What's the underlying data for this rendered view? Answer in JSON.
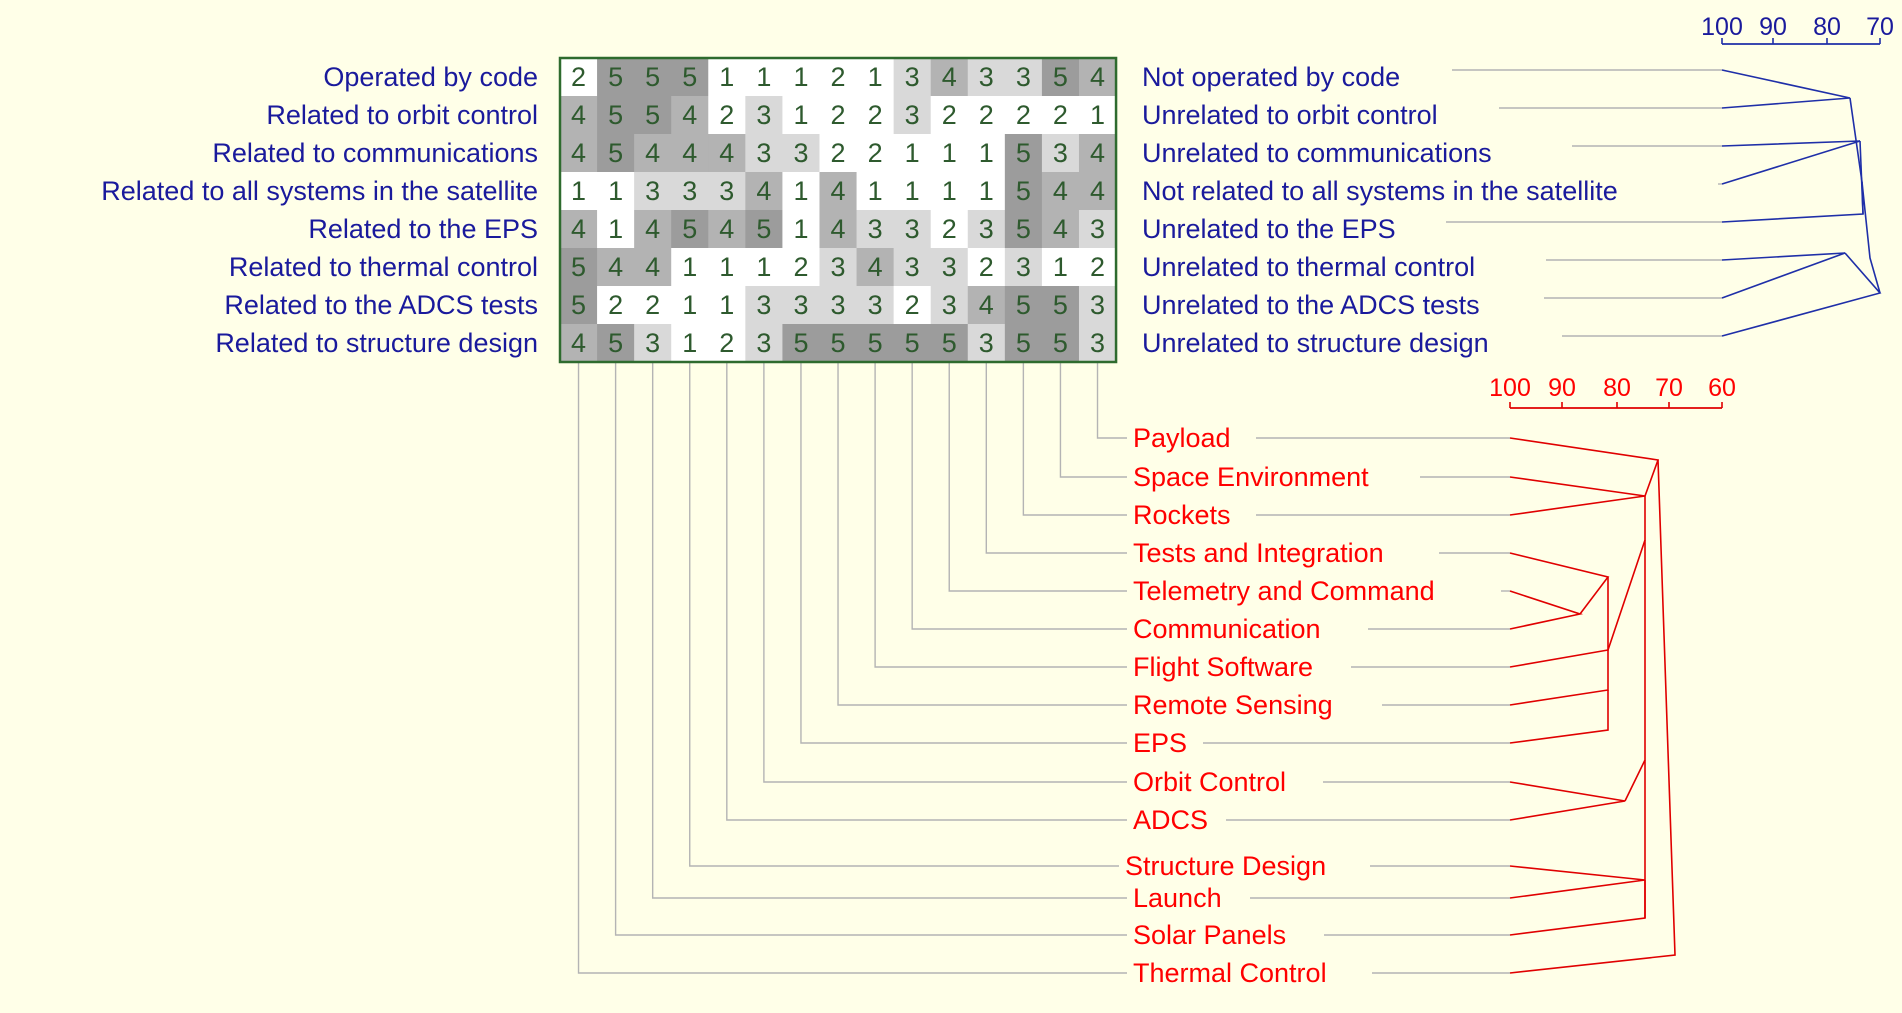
{
  "colors": {
    "background": "#ffffe8",
    "construct_text": "#1a1a9c",
    "element_text": "#ff0000",
    "construct_tree": "#1f2fa8",
    "element_tree": "#e00000",
    "leader": "#b4b4b4",
    "grid_border": "#2e6b2e",
    "cell_text": "#2e5a2e",
    "cell_shades": {
      "1": "#ffffff",
      "2": "#ffffff",
      "3": "#d9d9d9",
      "4": "#b3b3b3",
      "5": "#9c9c9c"
    }
  },
  "grid": {
    "rows": [
      [
        2,
        5,
        5,
        5,
        1,
        1,
        1,
        2,
        1,
        3,
        4,
        3,
        3,
        5,
        4
      ],
      [
        4,
        5,
        5,
        4,
        2,
        3,
        1,
        2,
        2,
        3,
        2,
        2,
        2,
        2,
        1
      ],
      [
        4,
        5,
        4,
        4,
        4,
        3,
        3,
        2,
        2,
        1,
        1,
        1,
        5,
        3,
        4
      ],
      [
        1,
        1,
        3,
        3,
        3,
        4,
        1,
        4,
        1,
        1,
        1,
        1,
        5,
        4,
        4
      ],
      [
        4,
        1,
        4,
        5,
        4,
        5,
        1,
        4,
        3,
        3,
        2,
        3,
        5,
        4,
        3
      ],
      [
        5,
        4,
        4,
        1,
        1,
        1,
        2,
        3,
        4,
        3,
        3,
        2,
        3,
        1,
        2
      ],
      [
        5,
        2,
        2,
        1,
        1,
        3,
        3,
        3,
        3,
        2,
        3,
        4,
        5,
        5,
        3
      ],
      [
        4,
        5,
        3,
        1,
        2,
        3,
        5,
        5,
        5,
        5,
        5,
        3,
        5,
        5,
        3
      ]
    ]
  },
  "constructs": {
    "left_poles": [
      "Operated by code",
      "Related to orbit control",
      "Related to communications",
      "Related to all systems in the satellite",
      "Related to the EPS",
      "Related to thermal control",
      "Related to the ADCS tests",
      "Related to structure design"
    ],
    "right_poles": [
      "Not operated by code",
      "Unrelated to orbit control",
      "Unrelated to communications",
      "Not related to all systems in the satellite",
      "Unrelated to the EPS",
      "Unrelated to thermal control",
      "Unrelated to the ADCS tests",
      "Unrelated to structure design"
    ],
    "scale_labels": [
      "100",
      "90",
      "80",
      "70"
    ]
  },
  "elements": {
    "labels": [
      "Payload",
      "Space Environment",
      "Rockets",
      "Tests and Integration",
      "Telemetry and Command",
      "Communication",
      "Flight Software",
      "Remote Sensing",
      "EPS",
      "Orbit Control",
      "ADCS",
      "Structure Design",
      "Launch",
      "Solar Panels",
      "Thermal Control"
    ],
    "scale_labels": [
      "100",
      "90",
      "80",
      "70",
      "60"
    ]
  }
}
